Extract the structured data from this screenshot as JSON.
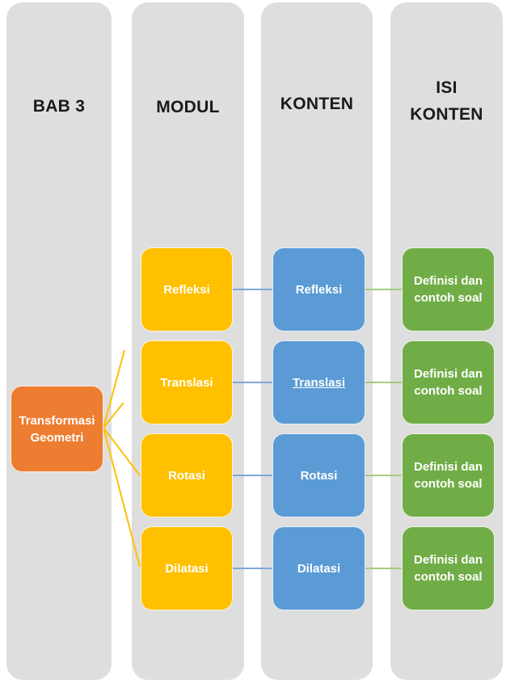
{
  "columns": [
    {
      "label": "BAB 3"
    },
    {
      "label": "MODUL"
    },
    {
      "label": "KONTEN"
    },
    {
      "label": "ISI\nKONTEN"
    }
  ],
  "root_box": {
    "label": "Transformasi\nGeometri"
  },
  "rows": [
    {
      "modul": "Refleksi",
      "konten": "Refleksi",
      "konten_underline": false,
      "isi": "Definisi dan\ncontoh soal"
    },
    {
      "modul": "Translasi",
      "konten": "Translasi",
      "konten_underline": true,
      "isi": "Definisi dan\ncontoh soal"
    },
    {
      "modul": "Rotasi",
      "konten": "Rotasi",
      "konten_underline": false,
      "isi": "Definisi dan\ncontoh soal"
    },
    {
      "modul": "Dilatasi",
      "konten": "Dilatasi",
      "konten_underline": false,
      "isi": "Definisi dan\ncontoh soal"
    }
  ],
  "colors": {
    "column_bg": "#DEDEDE",
    "root_orange": "#ED7D31",
    "modul_yellow": "#FFC000",
    "konten_blue": "#5B9BD5",
    "isi_green": "#70AD47",
    "fan_line": "#FFC000",
    "modul_konten_line": "#7FA8DC",
    "konten_isi_line": "#A3CC82",
    "header_text": "#1A1A1A",
    "box_text": "#FFFFFF"
  }
}
